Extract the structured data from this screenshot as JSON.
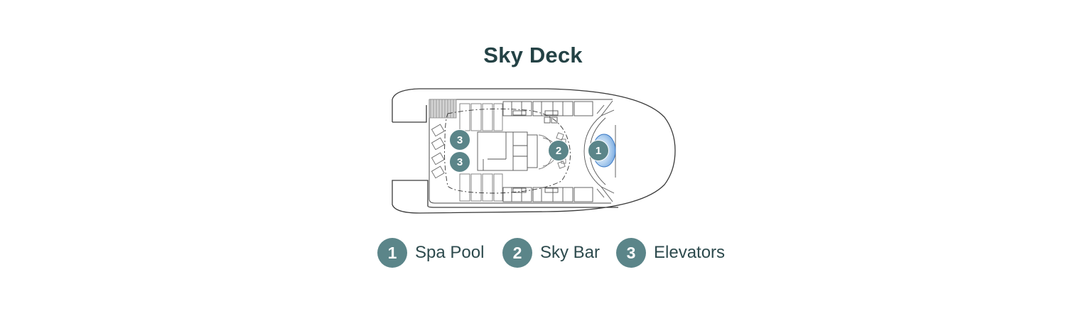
{
  "title": "Sky Deck",
  "colors": {
    "title": "#244245",
    "marker": "#5b8589",
    "outline": "#3a3a3a",
    "pool": "#8cb8e6"
  },
  "markers": [
    {
      "number": "1",
      "label": "Spa Pool"
    },
    {
      "number": "2",
      "label": "Sky Bar"
    },
    {
      "number": "3",
      "label": "Elevators"
    },
    {
      "number": "3",
      "label": "Elevators"
    }
  ],
  "legend": [
    {
      "number": "1",
      "label": "Spa Pool"
    },
    {
      "number": "2",
      "label": "Sky Bar"
    },
    {
      "number": "3",
      "label": "Elevators"
    }
  ]
}
